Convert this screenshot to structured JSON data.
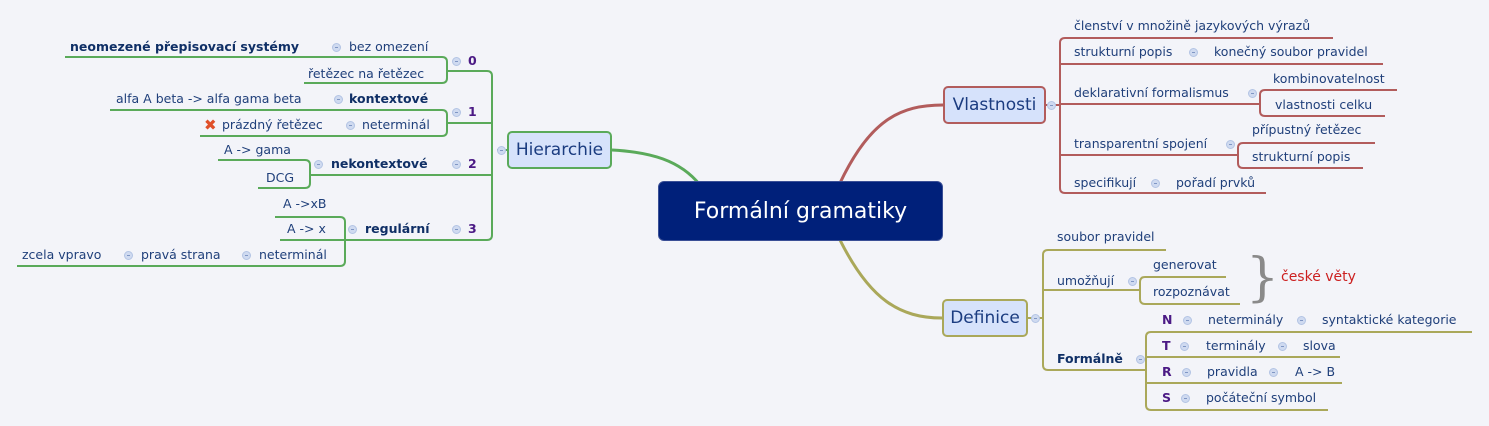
{
  "central": "Formální gramatiky",
  "hierarchie": {
    "label": "Hierarchie",
    "b0": {
      "num": "0",
      "a": "bez omezení",
      "a1": "neomezené přepisovací systémy",
      "b": "řetězec na řetězec"
    },
    "b1": {
      "num": "1",
      "a": "kontextové",
      "a1": "alfa A beta -> alfa gama beta",
      "b": "neterminál",
      "b1": "prázdný řetězec"
    },
    "b2": {
      "num": "2",
      "a": "nekontextové",
      "c1": "A -> gama",
      "c2": "DCG"
    },
    "b3": {
      "num": "3",
      "a": "regulární",
      "c1": "A ->xB",
      "c2": "A -> x",
      "c3": "neterminál",
      "c3a": "pravá strana",
      "c3b": "zcela vpravo"
    }
  },
  "vlastnosti": {
    "label": "Vlastnosti",
    "items": [
      "členství v množině jazykových výrazů",
      "strukturní popis",
      "konečný soubor pravidel",
      "deklarativní formalismus",
      "kombinovatelnost",
      "vlastnosti celku",
      "transparentní spojení",
      "přípustný řetězec",
      "strukturní popis",
      "specifikují",
      "pořadí prvků"
    ]
  },
  "definice": {
    "label": "Definice",
    "soubor": "soubor pravidel",
    "umoznuji": "umožňují",
    "generovat": "generovat",
    "rozpoznavat": "rozpoznávat",
    "ceske_vety": "české věty",
    "formalne": "Formálně",
    "rows": [
      {
        "sym": "N",
        "a": "neterminály",
        "b": "syntaktické kategorie"
      },
      {
        "sym": "T",
        "a": "terminály",
        "b": "slova"
      },
      {
        "sym": "R",
        "a": "pravidla",
        "b": "A -> B"
      },
      {
        "sym": "S",
        "a": "počáteční symbol"
      }
    ]
  },
  "icons": {
    "collapse": "collapse-minus-icon",
    "cross": "cross-marker-icon"
  },
  "colors": {
    "central": "#00207a",
    "hierarchie": "#5aaa5a",
    "vlastnosti": "#b25c5c",
    "definice": "#aaa85a",
    "accent_text": "#cc2020"
  }
}
